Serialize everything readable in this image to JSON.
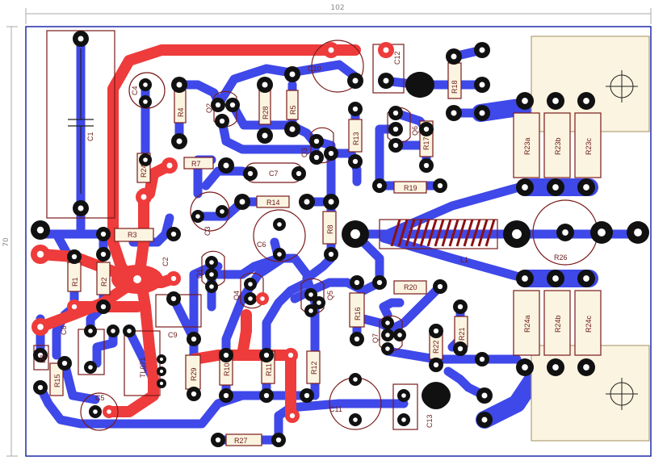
{
  "board": {
    "width_dim": "102",
    "height_dim": "70"
  },
  "colors": {
    "background": "#ffffff",
    "outline": "#1f2aa8",
    "bottom_trace": "#3f48e8",
    "top_trace": "#ee3b3b",
    "pad": "#111111",
    "silk": "#7a1a1a",
    "coil": "#8b1010",
    "connector": "#fbf4e0",
    "connector_outline": "#b0a27a",
    "dimension": "#999999"
  },
  "labels": {
    "C1": "C1",
    "C2": "C2",
    "C3": "C3",
    "C4": "C4",
    "C5": "C5",
    "C6": "C6",
    "C7": "C7",
    "C8": "C8",
    "C9": "C9",
    "C10": "C10",
    "C11": "C11",
    "C12": "C12",
    "C13": "C13",
    "D1": "D1",
    "Q1": "Q1",
    "Q2": "Q2",
    "Q3": "Q3",
    "Q4": "Q4",
    "Q5": "Q5",
    "Q6": "Q6",
    "Q7": "Q7",
    "R1": "R1",
    "R2": "R2",
    "R3": "R3",
    "R4": "R4",
    "R5": "R5",
    "R7": "R7",
    "R8": "R8",
    "R10": "R10",
    "R11": "R11",
    "R12": "R12",
    "R13": "R13",
    "R14": "R14",
    "R15": "R15",
    "R16": "R16",
    "R17": "R17",
    "R18": "R18",
    "R19": "R19",
    "R20": "R20",
    "R21": "R21",
    "R22": "R22",
    "R23a": "R23a",
    "R23b": "R23b",
    "R23c": "R23c",
    "R24": "R24",
    "R24a": "R24a",
    "R24b": "R24b",
    "R24c": "R24c",
    "R26": "R26",
    "R27": "R27",
    "R28": "R28",
    "R29": "R29",
    "L1": "L1",
    "TL071": "TL071"
  }
}
